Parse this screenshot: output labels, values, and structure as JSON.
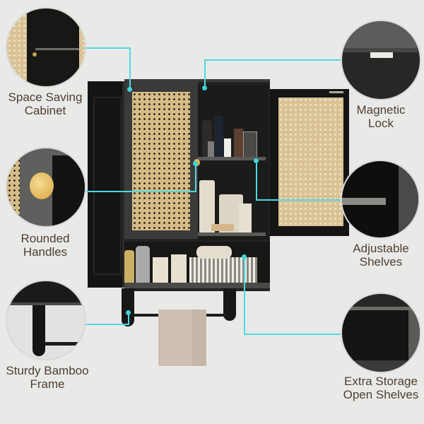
{
  "features": [
    {
      "id": "space-saving",
      "line1": "Space Saving",
      "line2": "Cabinet"
    },
    {
      "id": "magnetic-lock",
      "line1": "Magnetic",
      "line2": "Lock"
    },
    {
      "id": "rounded-handles",
      "line1": "Rounded",
      "line2": "Handles"
    },
    {
      "id": "adjustable-shelves",
      "line1": "Adjustable",
      "line2": "Shelves"
    },
    {
      "id": "bamboo-frame",
      "line1": "Sturdy Bamboo",
      "line2": "Frame"
    },
    {
      "id": "open-shelves",
      "line1": "Extra Storage",
      "line2": "Open Shelves"
    }
  ],
  "colors": {
    "background": "#e9eae8",
    "label_text": "#4e3e30",
    "callout_line": "#4fd9e0",
    "cabinet_black": "#1c1c1b",
    "rattan": "#d9c296"
  }
}
